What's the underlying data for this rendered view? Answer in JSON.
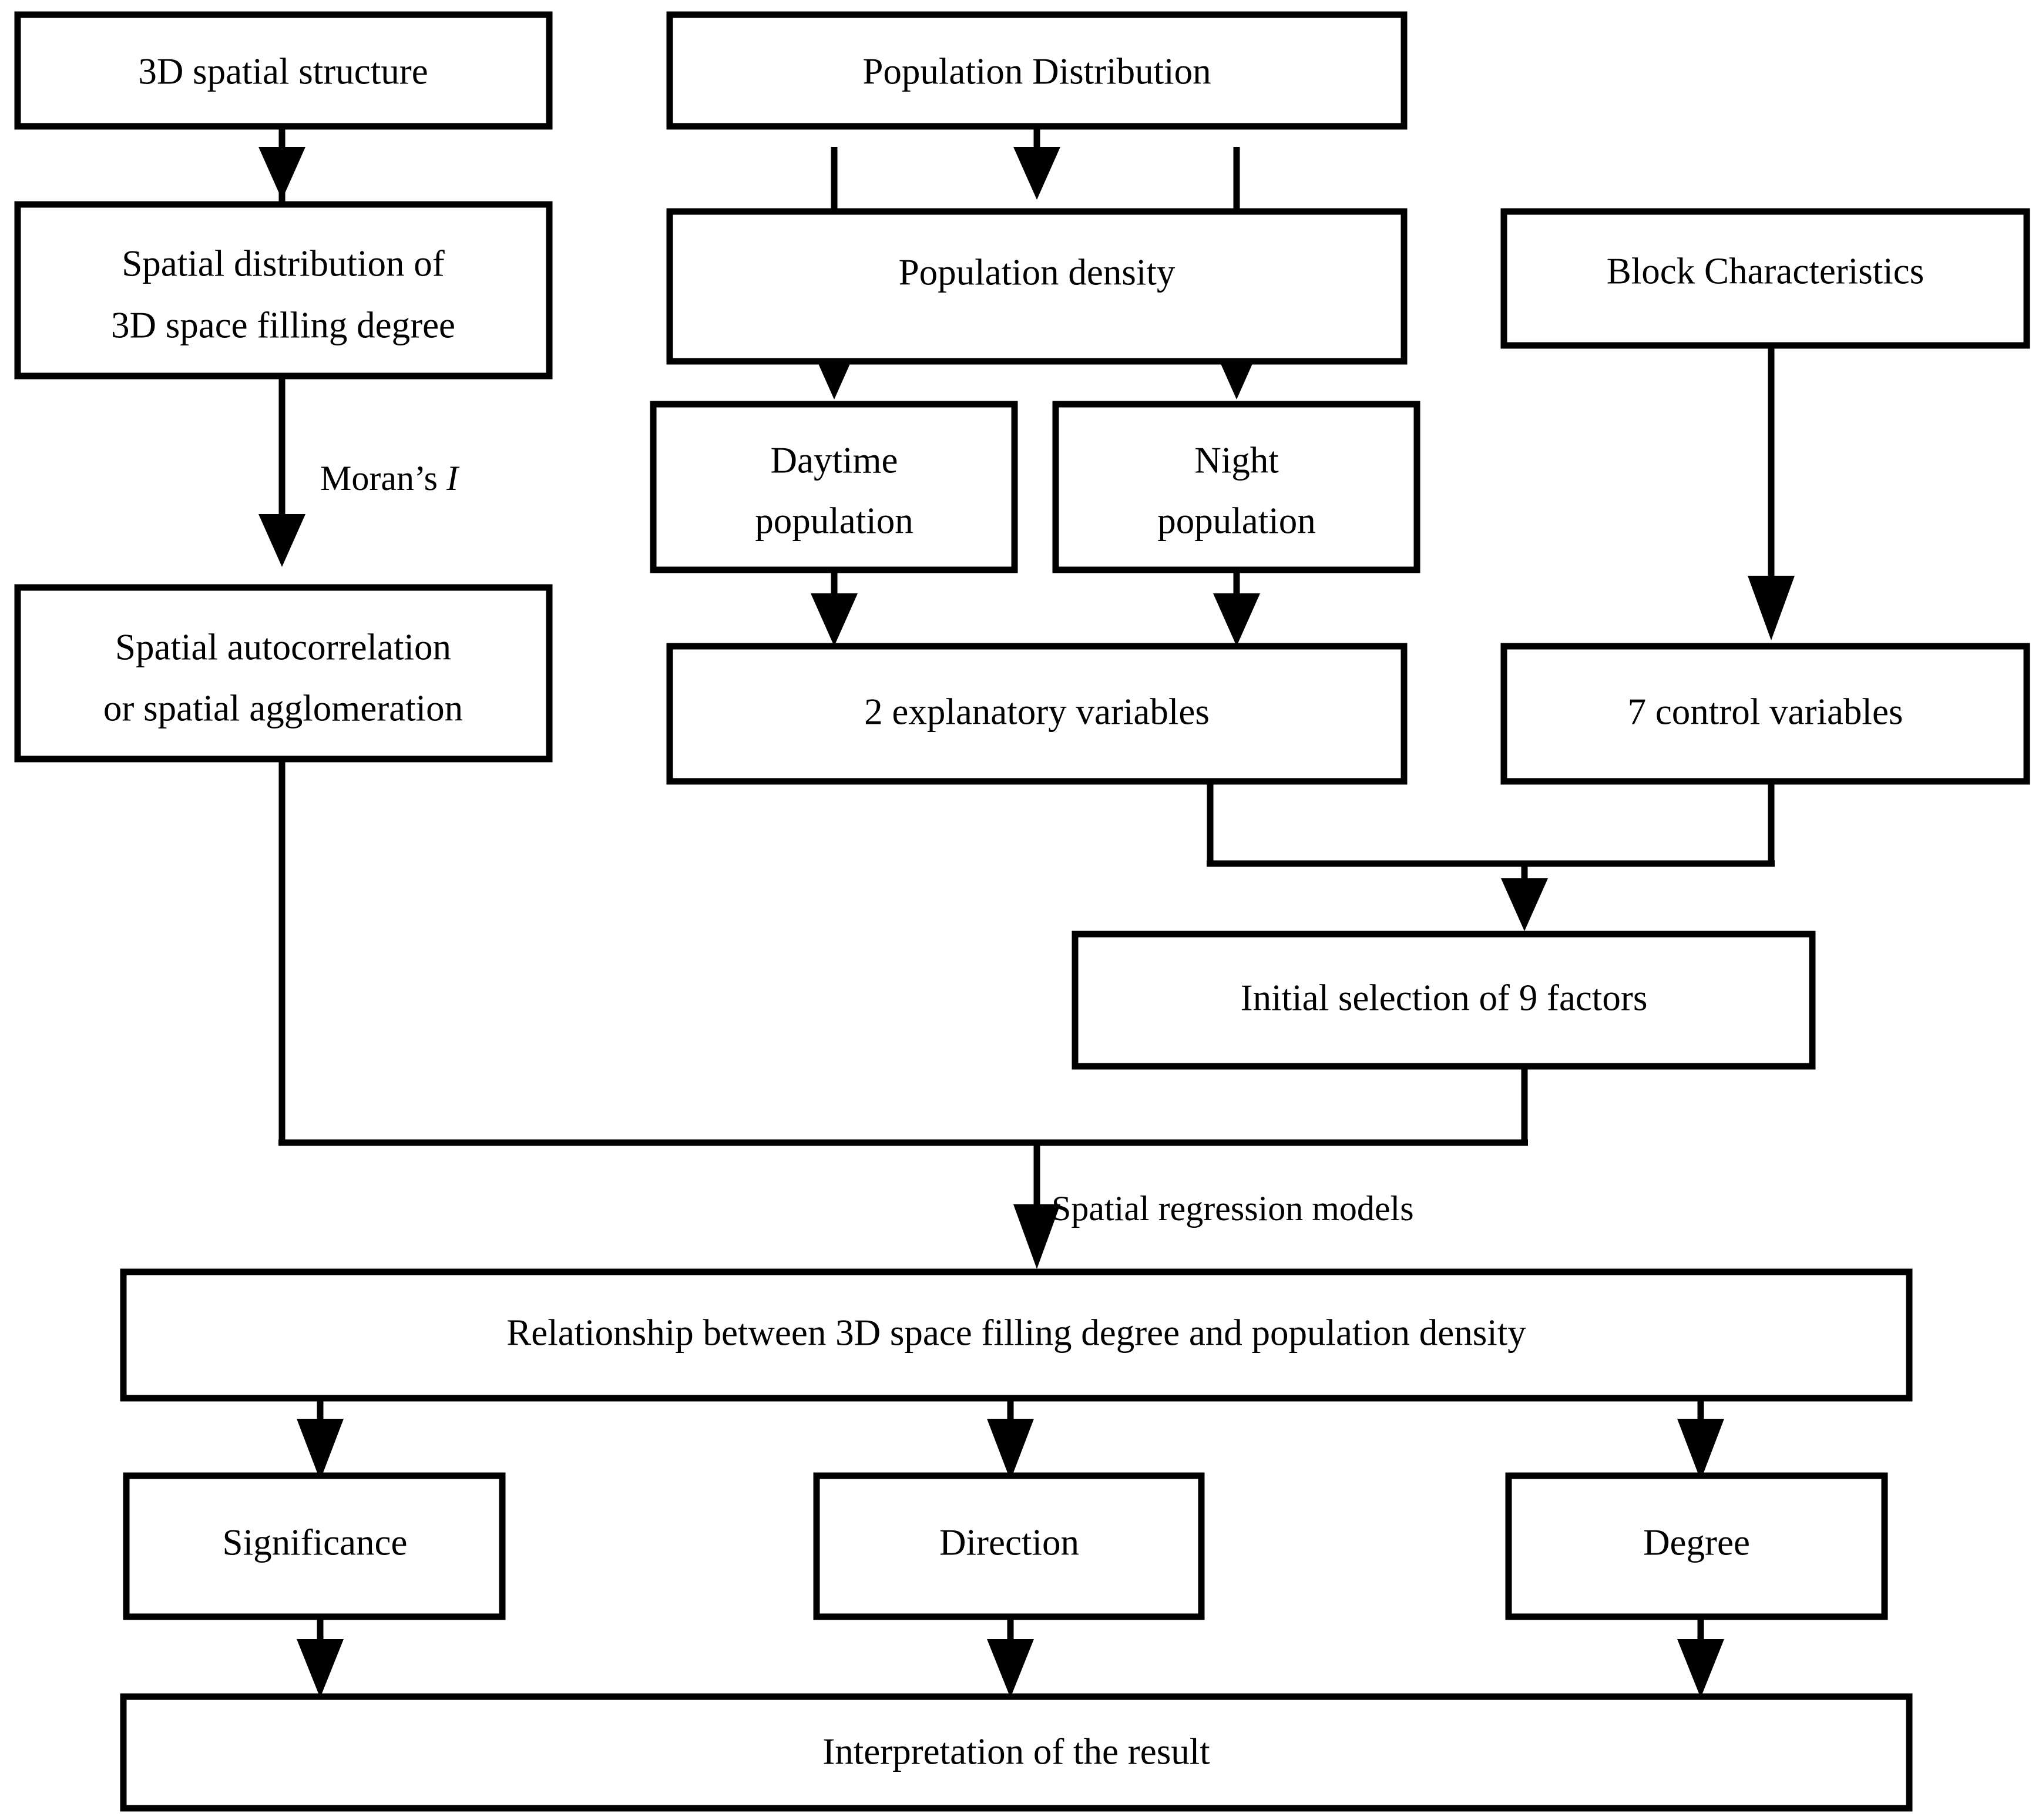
{
  "diagram": {
    "type": "flowchart",
    "title": "Research framework: 3D space filling degree and population density",
    "background_color": "#ffffff",
    "line_color": "#000000",
    "box_fill": "#ffffff",
    "nodes": {
      "spatial_structure": {
        "label": "3D spatial structure"
      },
      "spatial_distribution": {
        "line1": "Spatial distribution of",
        "line2": "3D space filling degree"
      },
      "spatial_autocorrelation": {
        "line1": "Spatial autocorrelation",
        "line2": "or spatial agglomeration"
      },
      "population_distribution": {
        "label": "Population Distribution"
      },
      "population_density": {
        "label": "Population density"
      },
      "daytime_population": {
        "line1": "Daytime",
        "line2": "population"
      },
      "night_population": {
        "line1": "Night",
        "line2": "population"
      },
      "explanatory_variables": {
        "label": "2 explanatory variables"
      },
      "block_characteristics": {
        "label": "Block Characteristics"
      },
      "control_variables": {
        "label": "7 control variables"
      },
      "initial_selection": {
        "label": "Initial selection of 9 factors"
      },
      "relationship": {
        "label": "Relationship between 3D space filling degree and population density"
      },
      "significance": {
        "label": "Significance"
      },
      "direction": {
        "label": "Direction"
      },
      "degree": {
        "label": "Degree"
      },
      "interpretation": {
        "label": "Interpretation of the result"
      }
    },
    "edge_labels": {
      "morans_i_prefix": "Moran’s ",
      "morans_i_symbol": "I",
      "spatial_regression_models": "Spatial regression models"
    }
  }
}
